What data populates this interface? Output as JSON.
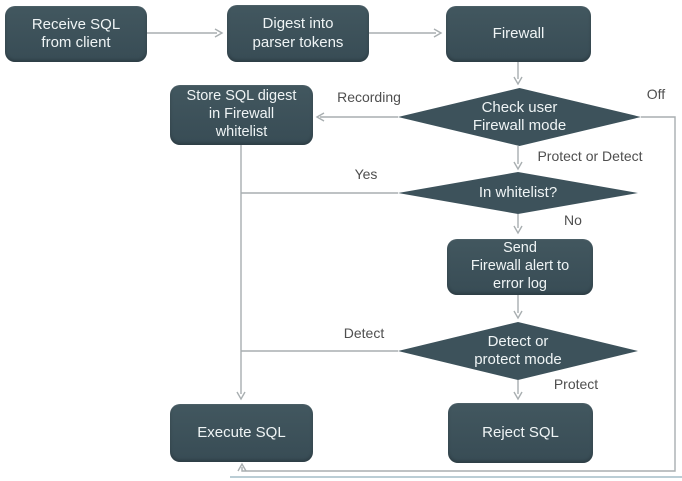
{
  "diagram": {
    "type": "flowchart",
    "nodes": {
      "receive": {
        "shape": "box",
        "label": "Receive SQL\nfrom client"
      },
      "digest": {
        "shape": "box",
        "label": "Digest into\nparser tokens"
      },
      "firewall": {
        "shape": "box",
        "label": "Firewall"
      },
      "check_mode": {
        "shape": "diamond",
        "label": "Check user\nFirewall mode"
      },
      "store": {
        "shape": "box",
        "label": "Store  SQL digest\nin Firewall\nwhitelist"
      },
      "in_whitelist": {
        "shape": "diamond",
        "label": "In whitelist?"
      },
      "send_alert": {
        "shape": "box",
        "label": "Send\nFirewall alert to\nerror log"
      },
      "detect_mode": {
        "shape": "diamond",
        "label": "Detect or\nprotect mode"
      },
      "execute": {
        "shape": "box",
        "label": "Execute SQL"
      },
      "reject": {
        "shape": "box",
        "label": "Reject SQL"
      }
    },
    "edge_labels": {
      "recording": "Recording",
      "off": "Off",
      "protect_or_detect": "Protect or Detect",
      "yes": "Yes",
      "no": "No",
      "detect": "Detect",
      "protect": "Protect"
    },
    "colors": {
      "node_fill": "#3D525B",
      "node_text": "#EFF4F5",
      "connector": "#A8AEB0",
      "edge_label_text": "#4F4F4F",
      "page_edge_line": "#BACDD5",
      "background": "#FFFFFF"
    }
  }
}
